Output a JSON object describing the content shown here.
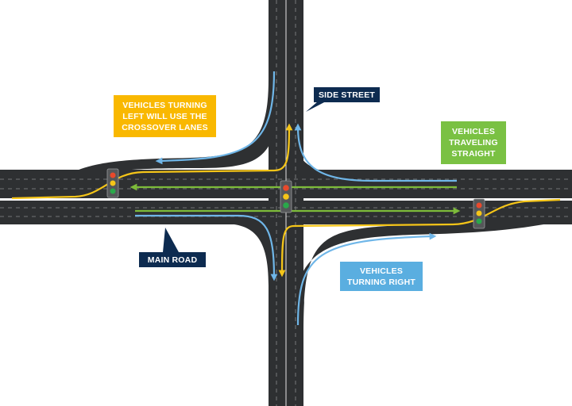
{
  "labels": {
    "left_turn": {
      "lines": [
        "VEHICLES TURNING",
        "LEFT WILL USE THE",
        "CROSSOVER LANES"
      ],
      "color": "#f9b800"
    },
    "side_street": {
      "lines": [
        "SIDE STREET"
      ],
      "color": "#0d2b50"
    },
    "straight": {
      "lines": [
        "VEHICLES",
        "TRAVELING",
        "STRAIGHT"
      ],
      "color": "#7ac143"
    },
    "main_road": {
      "lines": [
        "MAIN ROAD"
      ],
      "color": "#0d2b50"
    },
    "right_turn": {
      "lines": [
        "VEHICLES",
        "TURNING RIGHT"
      ],
      "color": "#5aaee0"
    }
  },
  "colors": {
    "road": "#2e3032",
    "left_turn_path": "#f5c518",
    "straight_path": "#7dbb3a",
    "right_turn_path": "#6fb6e8"
  },
  "traffic_lights": [
    "west-signal",
    "center-signal",
    "east-signal"
  ]
}
